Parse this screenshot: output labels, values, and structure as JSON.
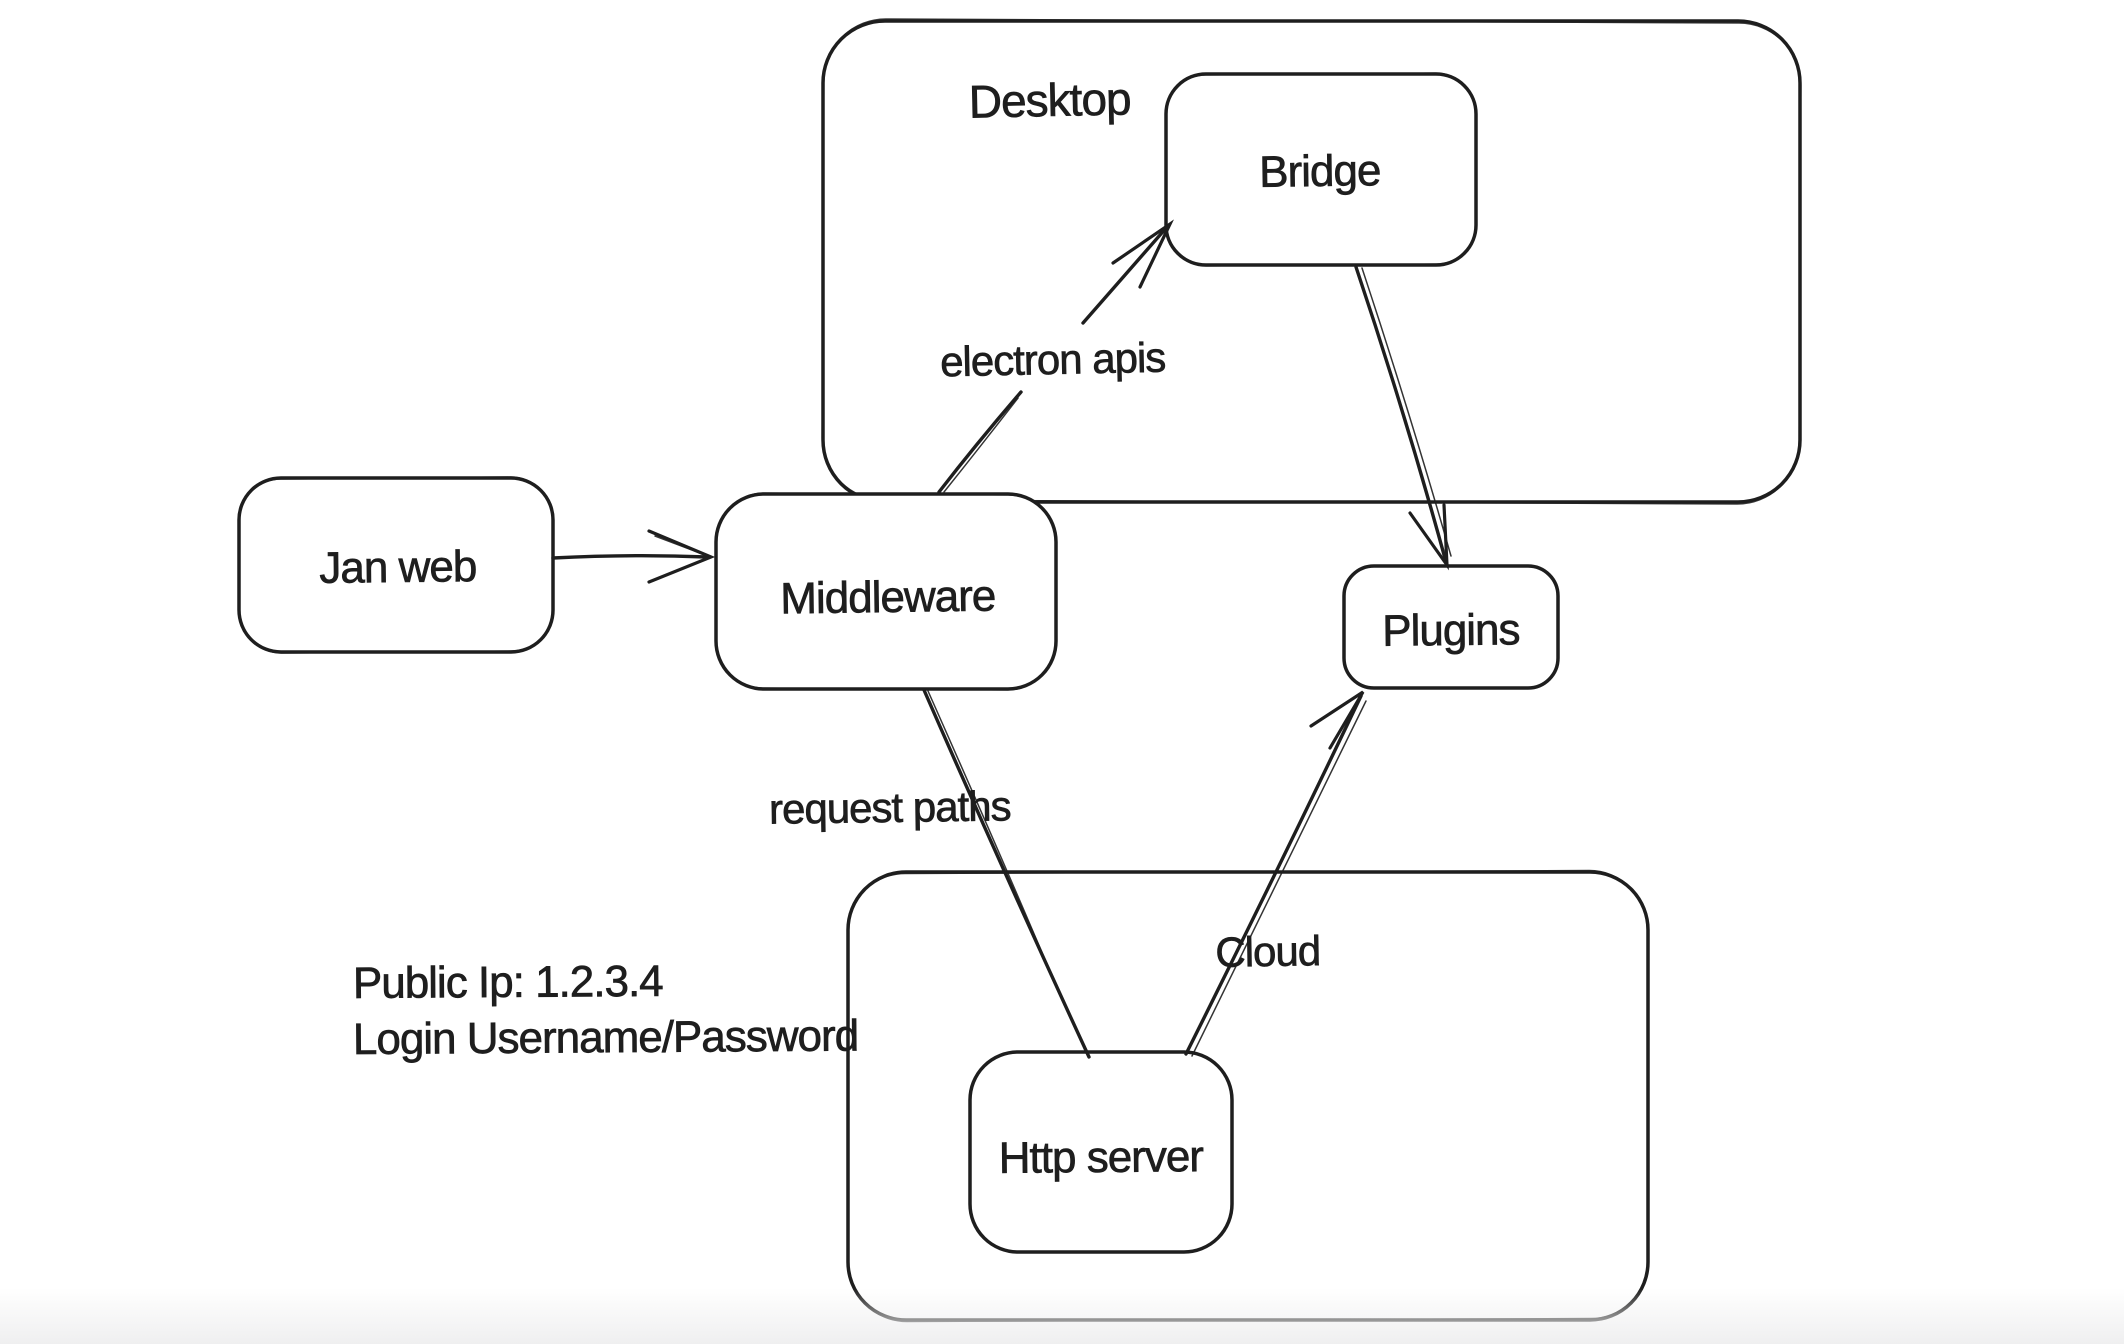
{
  "diagram": {
    "colors": {
      "stroke": "#1e1e1e",
      "background": "#ffffff"
    },
    "containers": {
      "desktop": {
        "label": "Desktop"
      },
      "cloud": {
        "label": "Cloud"
      }
    },
    "nodes": {
      "jan_web": {
        "label": "Jan web"
      },
      "middleware": {
        "label": "Middleware"
      },
      "bridge": {
        "label": "Bridge"
      },
      "plugins": {
        "label": "Plugins"
      },
      "http_server": {
        "label": "Http server"
      }
    },
    "edges": {
      "jan_web_to_middleware": {
        "label": ""
      },
      "middleware_to_bridge": {
        "label": "electron apis"
      },
      "bridge_to_plugins": {
        "label": ""
      },
      "middleware_to_http_server": {
        "label": "request paths"
      },
      "http_server_to_plugins": {
        "label": ""
      }
    },
    "annotations": {
      "public_ip": "Public Ip: 1.2.3.4",
      "login": "Login Username/Password"
    }
  }
}
